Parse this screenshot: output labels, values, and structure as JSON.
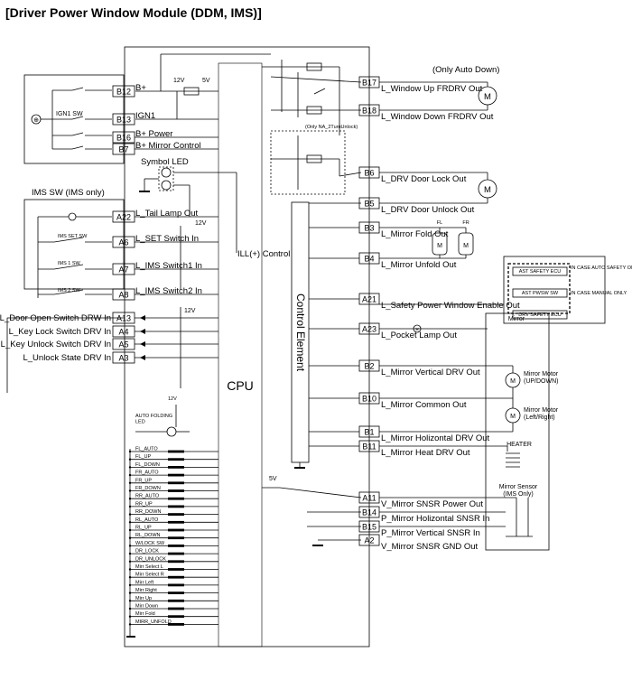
{
  "title": "[Driver Power Window Module (DDM, IMS)]",
  "only_auto_down": "(Only Auto Down)",
  "only_na": "(Only NA_2TurnUnlock)",
  "cpu": "CPU",
  "control_element": "Control Element",
  "ill_control": "ILL(+) Control",
  "symbol_led": "Symbol LED",
  "ims_sw": "IMS SW (IMS only)",
  "ign1_sw": "IGN1  SW",
  "v12": "12V",
  "v5": "5V",
  "fl": "FL",
  "fr": "FR",
  "mirror": "Mirror",
  "heater": "HEATER",
  "mirror_motor_updown": "Mirror Motor\n(UP/DOWN)",
  "mirror_motor_lr": "Mirror Motor\n(Left/Right)",
  "mirror_sensor": "Mirror Sensor\n(IMS Only)",
  "auto_fold_led": "AUTO FOLDING\nLED",
  "safety_box": {
    "ast_ecu": "AST SAFETY ECU",
    "ast_pwsw": "AST PWSW SW",
    "drv_ecu": "DRV SAFETY ECU",
    "note1": "IN CASE AUTO SAFETY ONLY",
    "note2": "IN CASE MANUAL ONLY"
  },
  "ims_sw_labels": [
    "IMS SET SW",
    "IMS 1 SW",
    "IMS 2 SW"
  ],
  "left_pins": [
    {
      "pin": "B12",
      "label": "B+"
    },
    {
      "pin": "B13",
      "label": "IGN1"
    },
    {
      "pin": "B16",
      "label": "B+ Power"
    },
    {
      "pin": "B7",
      "label": "B+ Mirror Control"
    },
    {
      "pin": "A22",
      "label": "L_Tail Lamp Out"
    },
    {
      "pin": "A6",
      "label": "L_SET Switch In"
    },
    {
      "pin": "A7",
      "label": "L_IMS Switch1 In"
    },
    {
      "pin": "A8",
      "label": "L_IMS Switch2 In"
    },
    {
      "pin": "A13",
      "label": "L_Door Open Switch DRW In"
    },
    {
      "pin": "A4",
      "label": "L_Key Lock Switch DRV In"
    },
    {
      "pin": "A5",
      "label": "L_Key Unlock Switch DRV In"
    },
    {
      "pin": "A3",
      "label": "L_Unlock State DRV In"
    }
  ],
  "right_pins": [
    {
      "pin": "B17",
      "label": "L_Window Up FRDRV Out"
    },
    {
      "pin": "B18",
      "label": "L_Window Down FRDRV Out"
    },
    {
      "pin": "B6",
      "label": "L_DRV Door Lock Out"
    },
    {
      "pin": "B5",
      "label": "L_DRV Door Unlock Out"
    },
    {
      "pin": "B3",
      "label": "L_Mirror Fold Out"
    },
    {
      "pin": "B4",
      "label": "L_Mirror Unfold Out"
    },
    {
      "pin": "A21",
      "label": "L_Safety Power Window Enable Out"
    },
    {
      "pin": "A23",
      "label": "L_Pocket Lamp Out"
    },
    {
      "pin": "B2",
      "label": "L_Mirror Vertical DRV Out"
    },
    {
      "pin": "B10",
      "label": "L_Mirror Common Out"
    },
    {
      "pin": "B1",
      "label": "L_Mirror Holizontal DRV Out"
    },
    {
      "pin": "B11",
      "label": "L_Mirror Heat DRV Out"
    },
    {
      "pin": "A11",
      "label": "V_Mirror SNSR Power Out"
    },
    {
      "pin": "B14",
      "label": "P_Mirror Holizontal SNSR In"
    },
    {
      "pin": "B15",
      "label": "P_Mirror Vertical SNSR In"
    },
    {
      "pin": "A2",
      "label": "V_Mirror SNSR GND Out"
    }
  ],
  "switch_inputs": [
    "FL_AUTO",
    "FL_UP",
    "FL_DOWN",
    "FR_AUTO",
    "FR_UP",
    "FR_DOWN",
    "RR_AUTO",
    "RR_UP",
    "RR_DOWN",
    "RL_AUTO",
    "RL_UP",
    "RL_DOWN",
    "W/LOCK SW",
    "DR_LOCK",
    "DR_UNLOCK",
    "Mirr Select L",
    "Mirr Select R",
    "Mirr Left",
    "Mirr Right",
    "Mirr Up",
    "Mirr Down",
    "Mirr Fold",
    "MIRR_UNFOLD"
  ]
}
